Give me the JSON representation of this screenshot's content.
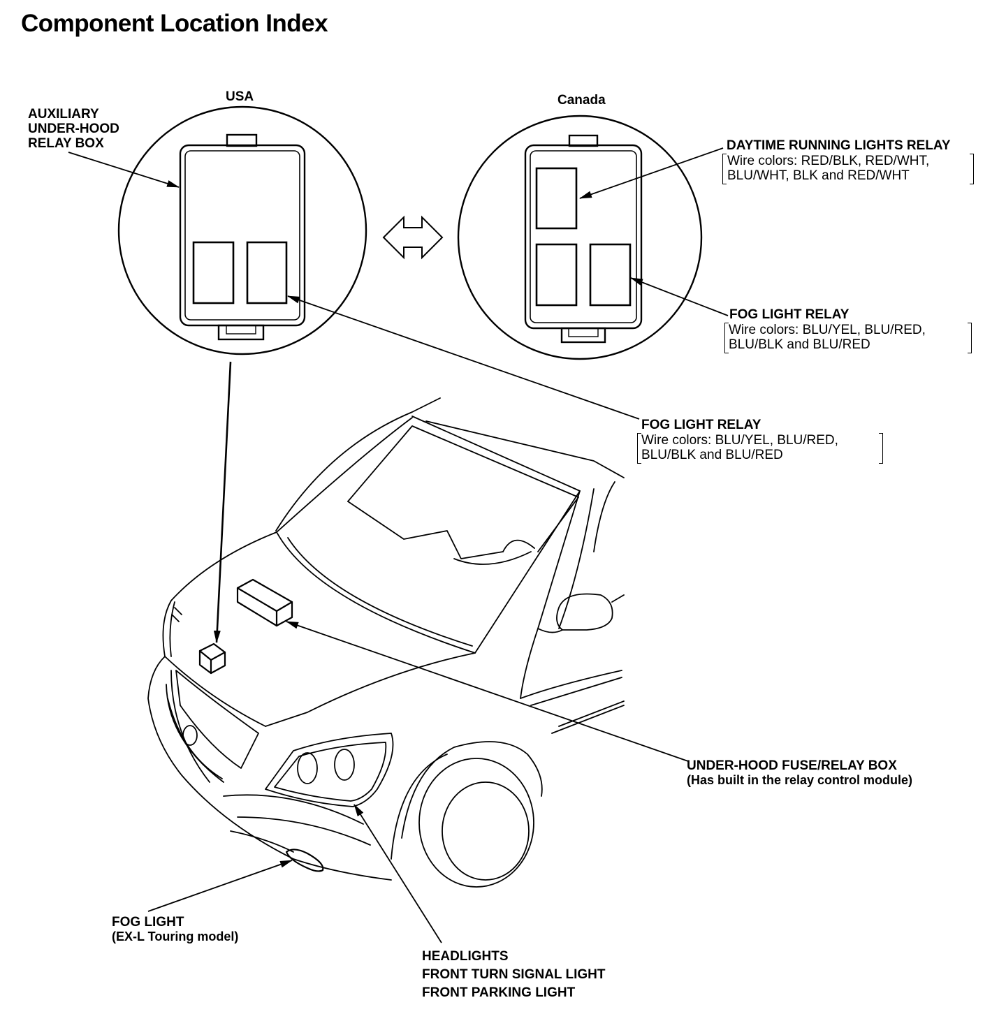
{
  "title": "Component Location Index",
  "views": {
    "usa": "USA",
    "canada": "Canada"
  },
  "labels": {
    "aux_box": [
      "AUXILIARY",
      "UNDER-HOOD",
      "RELAY BOX"
    ],
    "drl_relay": {
      "name": "DAYTIME RUNNING LIGHTS RELAY",
      "wire_lines": [
        "Wire colors: RED/BLK, RED/WHT,",
        "BLU/WHT, BLK and RED/WHT"
      ]
    },
    "fog_relay_canada": {
      "name": "FOG LIGHT RELAY",
      "wire_lines": [
        "Wire colors: BLU/YEL, BLU/RED,",
        "BLU/BLK and BLU/RED"
      ]
    },
    "fog_relay_usa": {
      "name": "FOG LIGHT RELAY",
      "wire_lines": [
        "Wire colors: BLU/YEL, BLU/RED,",
        "BLU/BLK and BLU/RED"
      ]
    },
    "fuse_box": {
      "name": "UNDER-HOOD FUSE/RELAY BOX",
      "note": "(Has built in the relay control module)"
    },
    "fog_light": {
      "name": "FOG LIGHT",
      "note": "(EX-L Touring model)"
    },
    "headlights": [
      "HEADLIGHTS",
      "FRONT TURN SIGNAL LIGHT",
      "FRONT PARKING LIGHT"
    ]
  }
}
